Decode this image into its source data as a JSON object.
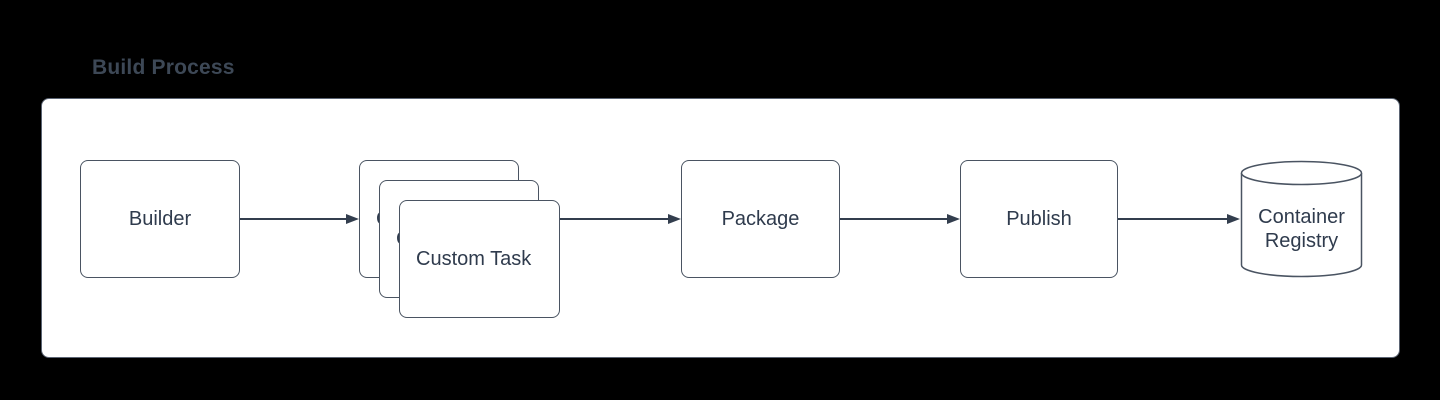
{
  "page": {
    "background_color": "#000000"
  },
  "diagram": {
    "title": "Build Process",
    "canvas_color": "#ffffff",
    "stroke_color": "#4a5462",
    "text_color": "#2f3b4d",
    "nodes": [
      {
        "id": "builder",
        "label": "Builder",
        "shape": "rounded-rect"
      },
      {
        "id": "custom-task",
        "label": "Custom Task",
        "shape": "stacked-rounded-rect",
        "stack_count": 3
      },
      {
        "id": "package",
        "label": "Package",
        "shape": "rounded-rect"
      },
      {
        "id": "publish",
        "label": "Publish",
        "shape": "rounded-rect"
      },
      {
        "id": "container-registry",
        "label": "Container Registry",
        "label_lines": [
          "Container",
          "Registry"
        ],
        "shape": "cylinder"
      }
    ],
    "edges": [
      {
        "from": "builder",
        "to": "custom-task",
        "style": "solid-arrow"
      },
      {
        "from": "custom-task",
        "to": "package",
        "style": "solid-arrow"
      },
      {
        "from": "package",
        "to": "publish",
        "style": "solid-arrow"
      },
      {
        "from": "publish",
        "to": "container-registry",
        "style": "solid-arrow"
      }
    ]
  }
}
